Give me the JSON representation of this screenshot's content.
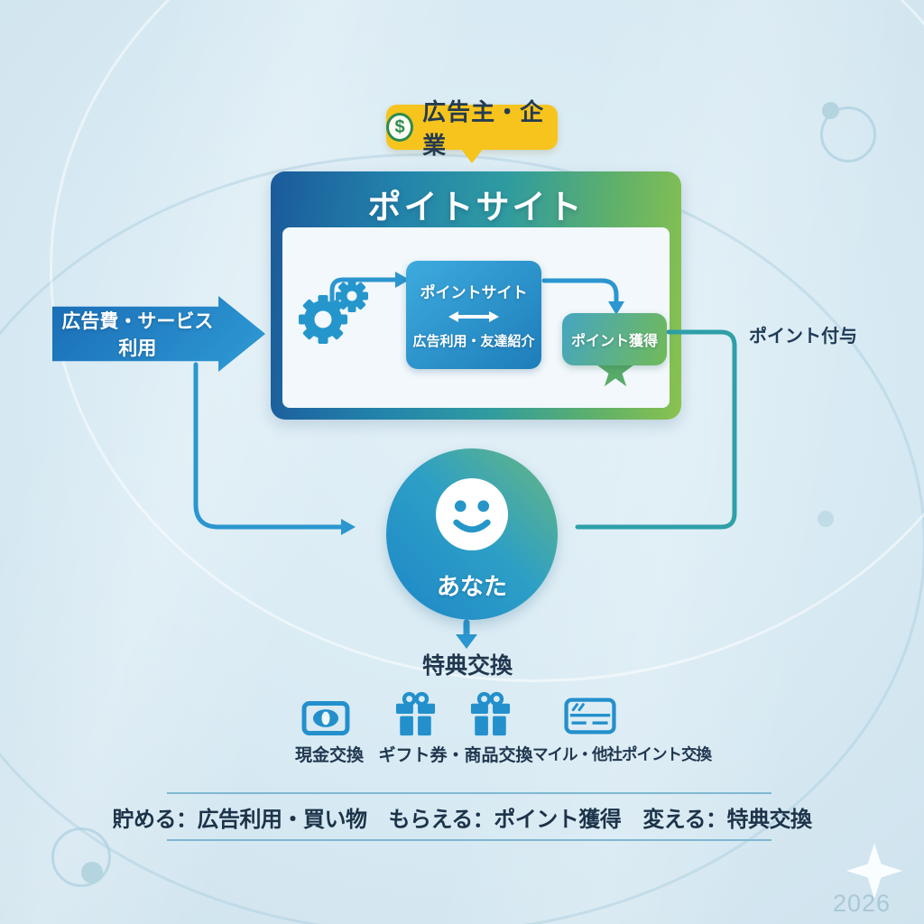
{
  "badge": {
    "currency": "$",
    "label": "広告主・企業"
  },
  "panel": {
    "title": "ポイトサイト",
    "flow_box": {
      "top": "ポイントサイト",
      "bottom": "広告利用・友達紹介"
    },
    "gain_label": "ポイント獲得"
  },
  "left_arrow_label": "広告費・サービス利用",
  "grant_label": "ポイント付与",
  "user_label": "あなた",
  "exchange": {
    "title": "特典交換",
    "labels": [
      "現金交換",
      "ギフト券・商品交換",
      "マイル・他社ポイント交換"
    ]
  },
  "summary": {
    "segments": [
      "貯める：広告利用・買い物",
      "もらえる：ポイント獲得",
      "変える：特典交換"
    ]
  },
  "footer": {
    "year": "2026"
  },
  "colors": {
    "accent_blue": "#2b96cf",
    "accent_teal": "#2f9fa8",
    "accent_green": "#7ab648",
    "badge_yellow": "#f6c41d",
    "icon_blue": "#2390cc",
    "text_dark": "#1f3a55"
  }
}
